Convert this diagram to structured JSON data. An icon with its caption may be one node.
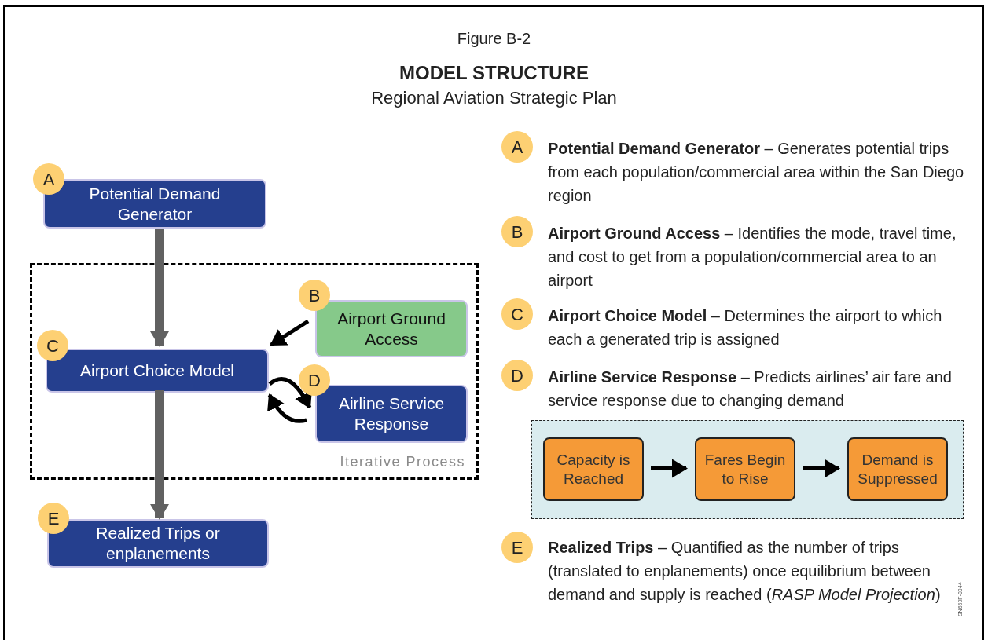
{
  "diagram": {
    "title": "MODEL STRUCTURE",
    "nodes": [
      {
        "text": [
          "Iterative Process"
        ]
      },
      {
        "text": [
          "A"
        ]
      },
      {
        "text": [
          "Potential Demand Generator"
        ]
      },
      {
        "text": [
          "B"
        ],
        "in": 0
      },
      {
        "text": [
          "Airport Ground Access"
        ],
        "in": 0
      },
      {
        "text": [
          "C"
        ],
        "in": 0
      },
      {
        "text": [
          "Airport Choice Model"
        ],
        "in": 0
      },
      {
        "text": [
          "D"
        ],
        "in": 0
      },
      {
        "text": [
          "Airline Service Response"
        ],
        "in": 0
      },
      {
        "text": [
          "E"
        ]
      },
      {
        "text": [
          "Realized Trips or enplanements"
        ]
      },
      {
        "text": [
          "A"
        ]
      },
      {
        "text": [
          "B"
        ]
      },
      {
        "text": [
          "C"
        ]
      },
      {
        "text": [
          "D"
        ]
      },
      {
        "text": [],
        "shape": "box"
      },
      {
        "text": [
          "Capacity is Reached"
        ],
        "in": 15
      },
      {
        "text": [
          "Fares Begin to Rise"
        ],
        "in": 15
      },
      {
        "text": [
          "Demand is Suppressed"
        ],
        "in": 15
      },
      {
        "text": [
          "E"
        ]
      }
    ],
    "edges": [
      {
        "from": 2,
        "to": 6,
        "arrow": "to",
        "style": "thick",
        "color": "#616161"
      },
      {
        "from": 4,
        "to": 6,
        "arrow": "to"
      },
      {
        "from": 6,
        "to": 8,
        "arrow": "to"
      },
      {
        "from": 8,
        "to": 6,
        "arrow": "to"
      },
      {
        "from": 6,
        "to": 10,
        "arrow": "to",
        "style": "thick",
        "color": "#616161"
      },
      {
        "from": 16,
        "to": 17,
        "arrow": "to"
      },
      {
        "from": 17,
        "to": 18,
        "arrow": "to"
      }
    ],
    "labels": [
      "Figure B-2",
      "Regional Aviation Strategic Plan",
      "**Potential Demand Generator** – Generates potential trips from each population/commercial area within the San Diego region",
      "**Airport Ground Access** – Identifies the mode, travel time, and cost to get from a population/commercial area to an airport",
      "**Airport Choice Model** – Determines the airport to which each a generated trip is assigned",
      "**Airline Service Response** – Predicts airlines’ air fare and service response due to changing demand",
      "**Realized Trips** – Quantified as the number of trips (translated to enplanements) once equilibrium between demand and supply is reached  (*RASP Model Projection*)",
      "SN660F-0044"
    ]
  }
}
